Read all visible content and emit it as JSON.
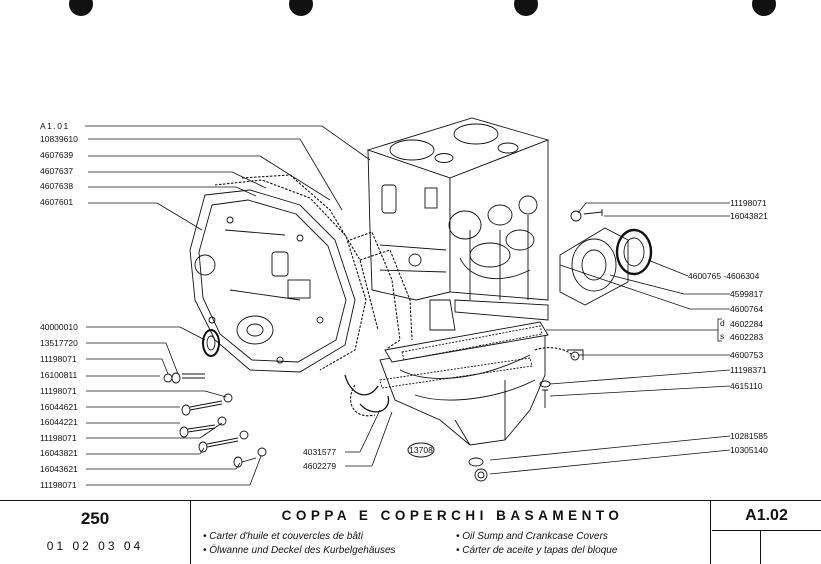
{
  "binder_holes": [
    "hole-1",
    "hole-2",
    "hole-3",
    "hole-4"
  ],
  "stamp": "13708",
  "left_labels": [
    "A1.01",
    "10839610",
    "4607639",
    "4607637",
    "4607638",
    "4607601",
    "40000010",
    "13517720",
    "11198071",
    "16100811",
    "11198071",
    "16044621",
    "16044221",
    "11198071",
    "16043821",
    "16043621",
    "11198071"
  ],
  "right_labels": [
    "11198071",
    "16043821",
    "4600765 -4606304",
    "4599817",
    "4600764",
    "4602284",
    "4602283",
    "4600753",
    "11198371",
    "4615110",
    "10281585",
    "10305140"
  ],
  "center_labels": [
    "4031577",
    "4602279"
  ],
  "side_marks": [
    "d",
    "s"
  ],
  "footer": {
    "model": "250",
    "years": "01  02  03  04",
    "title": "COPPA E COPERCHI BASAMENTO",
    "desc_fr": "• Carter d'huile et couvercles de bâti",
    "desc_de": "• Ölwanne und Deckel des Kurbelgehäuses",
    "desc_en": "• Oil Sump and Crankcase Covers",
    "desc_es": "• Cárter de aceite y tapas del bloque",
    "code": "A1.02"
  }
}
